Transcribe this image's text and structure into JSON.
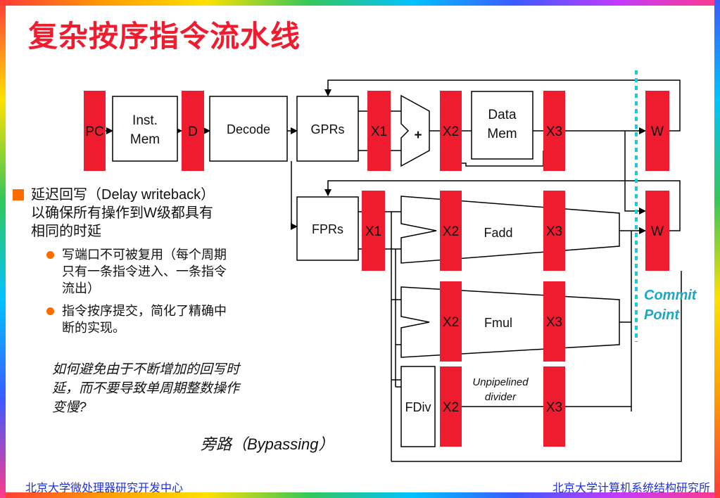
{
  "title": "复杂按序指令流水线",
  "diagram": {
    "labels": {
      "pc": "PC",
      "inst_mem_line1": "Inst.",
      "inst_mem_line2": "Mem",
      "d": "D",
      "decode": "Decode",
      "gprs": "GPRs",
      "x1_int": "X1",
      "adder": "+",
      "x2_int": "X2",
      "data_mem_line1": "Data",
      "data_mem_line2": "Mem",
      "x3_int": "X3",
      "w_int": "W",
      "fprs": "FPRs",
      "x1_fp": "X1",
      "x2_fadd": "X2",
      "fadd": "Fadd",
      "x3_fadd": "X3",
      "w_fp": "W",
      "x2_fmul": "X2",
      "fmul": "Fmul",
      "x3_fmul": "X3",
      "fdiv": "FDiv",
      "x2_fdiv": "X2",
      "unpipelined_line1": "Unpipelined",
      "unpipelined_line2": "divider",
      "x3_fdiv": "X3",
      "commit_line1": "Commit",
      "commit_line2": "Point"
    },
    "colors": {
      "pipeline_register": "#ee1c2e",
      "commit_line": "#1ecad3",
      "wire": "#000000"
    }
  },
  "bullets": [
    {
      "text_line1": "延迟回写（Delay writeback）",
      "text_line2": "以确保所有操作到W级都具有",
      "text_line3": "相同的时延"
    }
  ],
  "sub_bullets": [
    {
      "line1": "写端口不可被复用（每个周期",
      "line2": "只有一条指令进入、一条指令",
      "line3": "流出）"
    },
    {
      "line1": "指令按序提交，简化了精确中",
      "line2": "断的实现。"
    }
  ],
  "question": {
    "line1": "如何避免由于不断增加的回写时",
    "line2": "延，而不要导致单周期整数操作",
    "line3": "变慢?"
  },
  "bypassing": "旁路（Bypassing）",
  "footer": {
    "left": "北京大学微处理器研究开发中心",
    "right": "北京大学计算机系统结构研究所"
  },
  "icons": {
    "bullet": "orange-square-icon",
    "sub_bullet": "orange-dot-icon"
  }
}
